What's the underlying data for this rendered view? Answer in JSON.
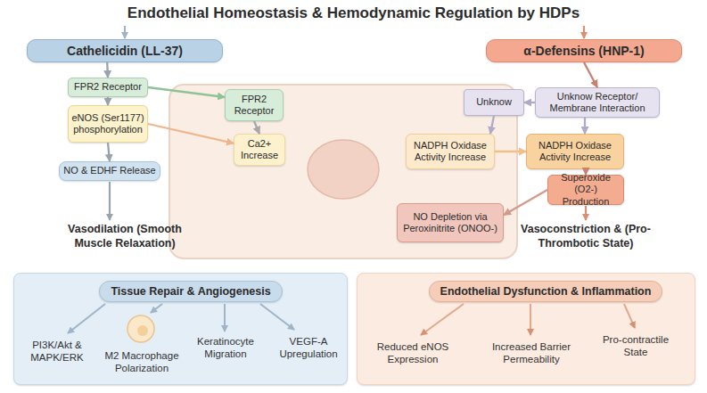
{
  "diagram": {
    "title": "Endothelial Homeostasis & Hemodynamic Regulation by HDPs",
    "nodes": [
      {
        "text": [
          "Cathelicidin (LL-37)"
        ]
      },
      {
        "text": [
          "FPR2 Receptor"
        ]
      },
      {
        "text": [
          "eNOS (Ser1177) phosphorylation"
        ]
      },
      {
        "text": [
          "NO & EDHF Release"
        ]
      },
      {
        "text": [
          "FPR2 Receptor"
        ]
      },
      {
        "text": [
          "Ca2+ Increase"
        ]
      },
      {
        "text": [
          "Unknow"
        ]
      },
      {
        "text": [
          "NADPH Oxidase Activity Increase"
        ]
      },
      {
        "text": [
          "NO Depletion via Peroxinitrite (ONOO-)"
        ]
      },
      {
        "text": [
          "α-Defensins (HNP-1)"
        ]
      },
      {
        "text": [
          "Unknow Receptor/ Membrane Interaction"
        ]
      },
      {
        "text": [
          "NADPH Oxidase Activity Increase"
        ]
      },
      {
        "text": [
          "Superoxide (O2-) Production"
        ]
      },
      {
        "text": [
          "PI3K/Akt & MAPK/ERK",
          "M2 Macrophage Polarization",
          "Keratinocyte Migration",
          "VEGF-A Upregulation"
        ]
      },
      {
        "text": [
          "Tissue Repair & Angiogenesis"
        ],
        "in": 13
      },
      {
        "text": [
          "Reduced eNOS Expression",
          "Increased Barrier Permeability",
          "Pro-contractile State"
        ]
      },
      {
        "text": [
          "Endothelial Dysfunction & Inflammation"
        ],
        "in": 15
      }
    ],
    "edges": [
      {
        "from": 0,
        "to": 1,
        "arrow": "to"
      },
      {
        "from": 1,
        "to": 2,
        "arrow": "to"
      },
      {
        "from": 2,
        "to": 3,
        "arrow": "to"
      },
      {
        "from": 1,
        "to": 4,
        "arrow": "to"
      },
      {
        "from": 4,
        "to": 5,
        "arrow": "to"
      },
      {
        "from": 2,
        "to": 5,
        "arrow": "to"
      },
      {
        "from": 9,
        "to": 10,
        "arrow": "to"
      },
      {
        "from": 10,
        "to": 6,
        "arrow": "to"
      },
      {
        "from": 6,
        "to": 7,
        "arrow": "to"
      },
      {
        "from": 7,
        "to": 11,
        "arrow": "to"
      },
      {
        "from": 10,
        "to": 11,
        "arrow": "to"
      },
      {
        "from": 11,
        "to": 12,
        "arrow": "to"
      },
      {
        "from": 12,
        "to": 8,
        "arrow": "to"
      }
    ],
    "labels": [
      "Vasodilation (Smooth Muscle Relaxation)",
      "Vasoconstriction & (Pro-Thrombotic State)"
    ]
  }
}
